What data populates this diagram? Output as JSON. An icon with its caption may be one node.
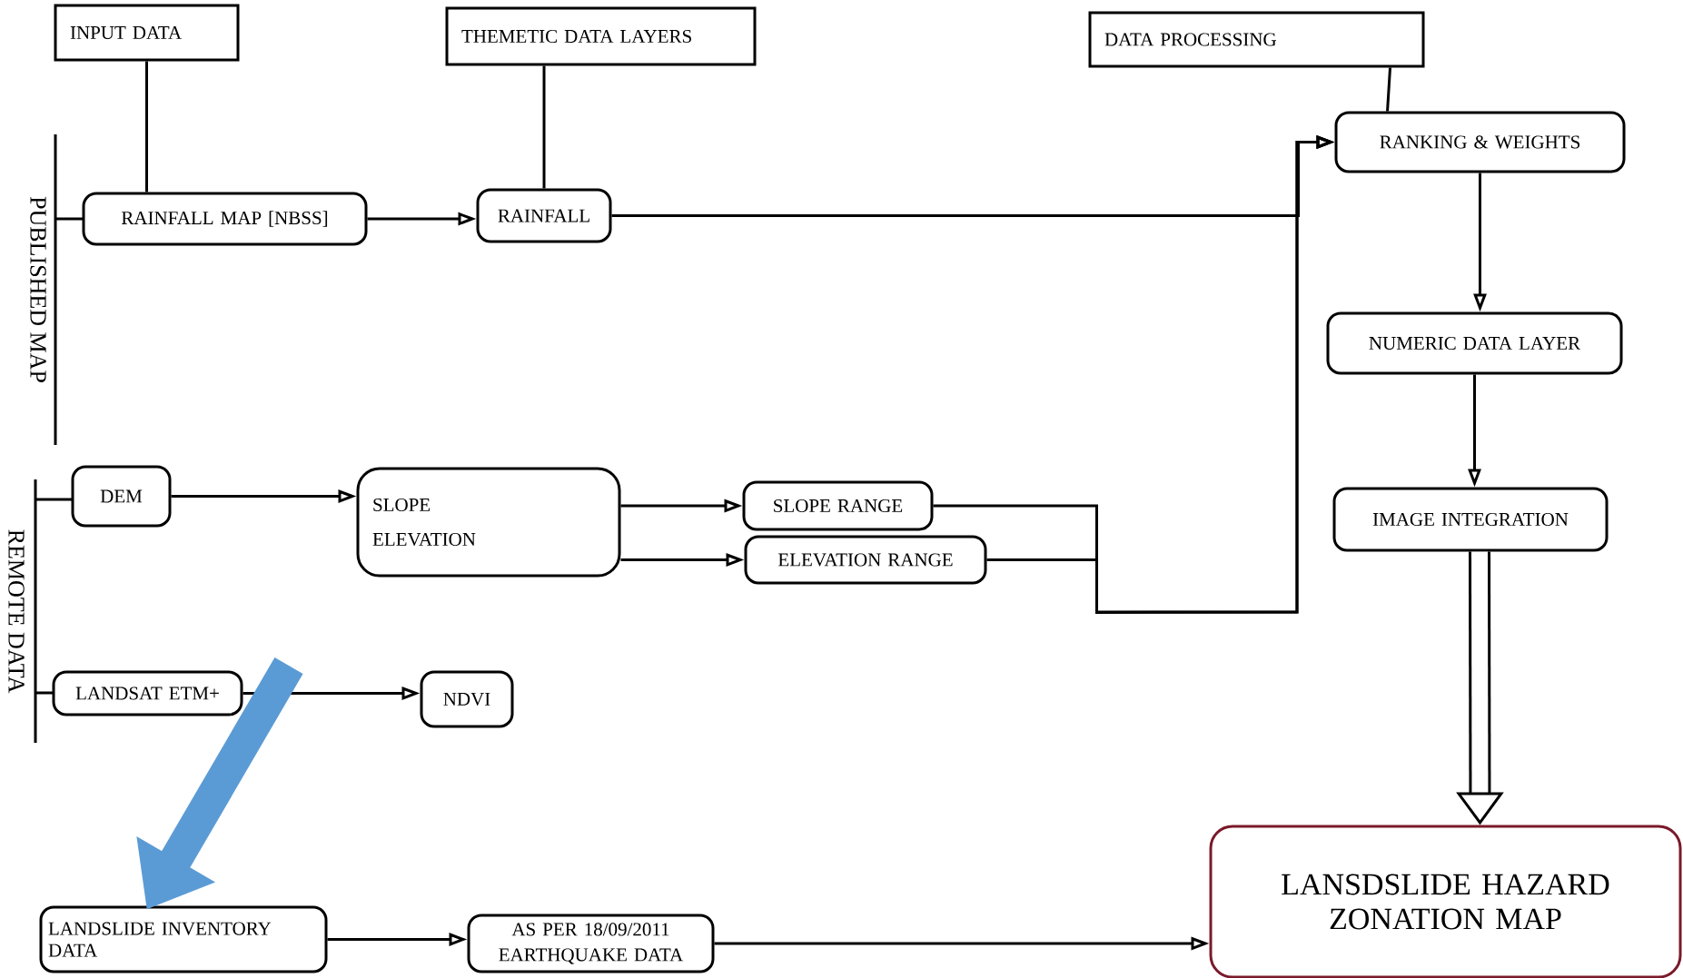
{
  "diagram": {
    "nodes": [
      {
        "text": [
          "INPUT DATA"
        ]
      },
      {
        "text": [
          "THEMETIC DATA LAYERS"
        ]
      },
      {
        "text": [
          "DATA PROCESSING"
        ]
      },
      {
        "text": [
          "RAINFALL MAP [NBSS]"
        ]
      },
      {
        "text": [
          "RAINFALL"
        ]
      },
      {
        "text": [
          "RANKING & WEIGHTS"
        ]
      },
      {
        "text": [
          "NUMERIC DATA LAYER"
        ]
      },
      {
        "text": [
          "IMAGE INTEGRATION"
        ]
      },
      {
        "text": [
          "DEM"
        ]
      },
      {
        "text": [
          "SLOPE ELEVATION"
        ]
      },
      {
        "text": [
          "SLOPE RANGE"
        ]
      },
      {
        "text": [
          "ELEVATION RANGE"
        ]
      },
      {
        "text": [
          "LANDSAT ETM+"
        ]
      },
      {
        "text": [
          "NDVI"
        ]
      },
      {
        "text": [
          "LANDSLIDE INVENTORY DATA"
        ]
      },
      {
        "text": [
          "AS PER 18/09/2011 EARTHQUAKE DATA"
        ]
      },
      {
        "text": [
          "LANSDSLIDE HAZARD ZONATION MAP"
        ]
      }
    ],
    "edges": [
      {
        "from": 0,
        "to": 3,
        "arrow": "none"
      },
      {
        "from": 1,
        "to": 4,
        "arrow": "none"
      },
      {
        "from": 2,
        "to": 5,
        "arrow": "none"
      },
      {
        "from": 3,
        "to": 4,
        "arrow": "to"
      },
      {
        "from": 4,
        "to": 5,
        "arrow": "to"
      },
      {
        "from": 8,
        "to": 9,
        "arrow": "to"
      },
      {
        "from": 9,
        "to": 10,
        "arrow": "to"
      },
      {
        "from": 9,
        "to": 11,
        "arrow": "to"
      },
      {
        "from": 10,
        "to": 5,
        "arrow": "to"
      },
      {
        "from": 11,
        "to": 5,
        "arrow": "to"
      },
      {
        "from": 5,
        "to": 6,
        "arrow": "to"
      },
      {
        "from": 6,
        "to": 7,
        "arrow": "to"
      },
      {
        "from": 7,
        "to": 16,
        "arrow": "to",
        "style": "thick"
      },
      {
        "from": 12,
        "to": 13,
        "arrow": "to"
      },
      {
        "from": null,
        "to": 14,
        "arrow": "to",
        "style": "thick",
        "color": "#5b9bd5"
      },
      {
        "from": 14,
        "to": 15,
        "arrow": "to"
      },
      {
        "from": 15,
        "to": 16,
        "arrow": "to"
      }
    ],
    "labels": [
      "PUBLISHED MAP",
      "REMOTE DATA"
    ]
  }
}
